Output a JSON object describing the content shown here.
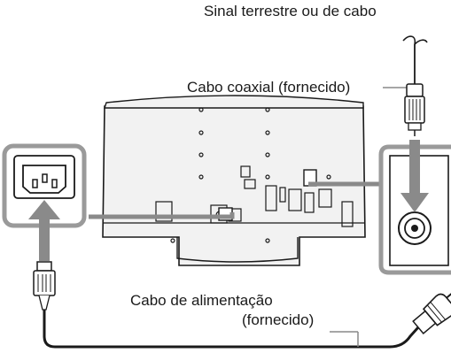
{
  "labels": {
    "signal": "Sinal terrestre ou de cabo",
    "coax": "Cabo coaxial (fornecido)",
    "power_line1": "Cabo de alimentação",
    "power_line2": "(fornecido)"
  },
  "colors": {
    "frame": "#9a9a9a",
    "tv_fill": "#f2f2f2",
    "stroke": "#1a1a1a",
    "arrow": "#8a8a8a",
    "cable": "#1a1a1a"
  },
  "icons": {
    "power_inlet": "iec-c14-inlet-icon",
    "antenna_socket": "coaxial-socket-icon",
    "power_plug": "power-plug-icon",
    "rf_plug": "rf-coax-plug-icon"
  }
}
